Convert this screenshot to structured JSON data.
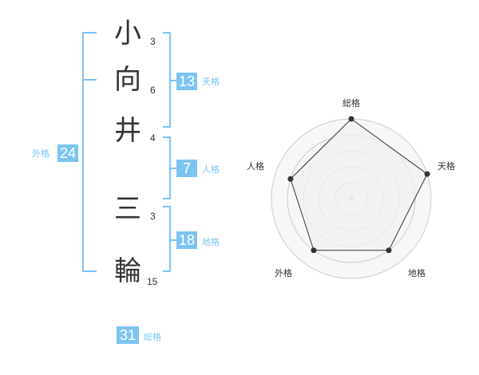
{
  "name": {
    "chars": [
      {
        "kanji": "小",
        "strokes": "3"
      },
      {
        "kanji": "向",
        "strokes": "6"
      },
      {
        "kanji": "井",
        "strokes": "4"
      },
      {
        "kanji": "三",
        "strokes": "3"
      },
      {
        "kanji": "輪",
        "strokes": "15"
      }
    ]
  },
  "kakusu": {
    "tenkaku": {
      "value": "13",
      "label": "天格"
    },
    "jinkaku": {
      "value": "7",
      "label": "人格"
    },
    "chikaku": {
      "value": "18",
      "label": "地格"
    },
    "gaikaku": {
      "value": "24",
      "label": "外格"
    },
    "soukaku": {
      "value": "31",
      "label": "総格"
    }
  },
  "chart_data": {
    "type": "radar",
    "axes": [
      "総格",
      "天格",
      "地格",
      "外格",
      "人格"
    ],
    "max": 5,
    "values": [
      5,
      5,
      4,
      4,
      4
    ],
    "grid_rings": 5,
    "colors": {
      "fill": "#f0f0f0",
      "stroke": "#333333",
      "grid": "#cccccc",
      "point": "#333333"
    }
  }
}
